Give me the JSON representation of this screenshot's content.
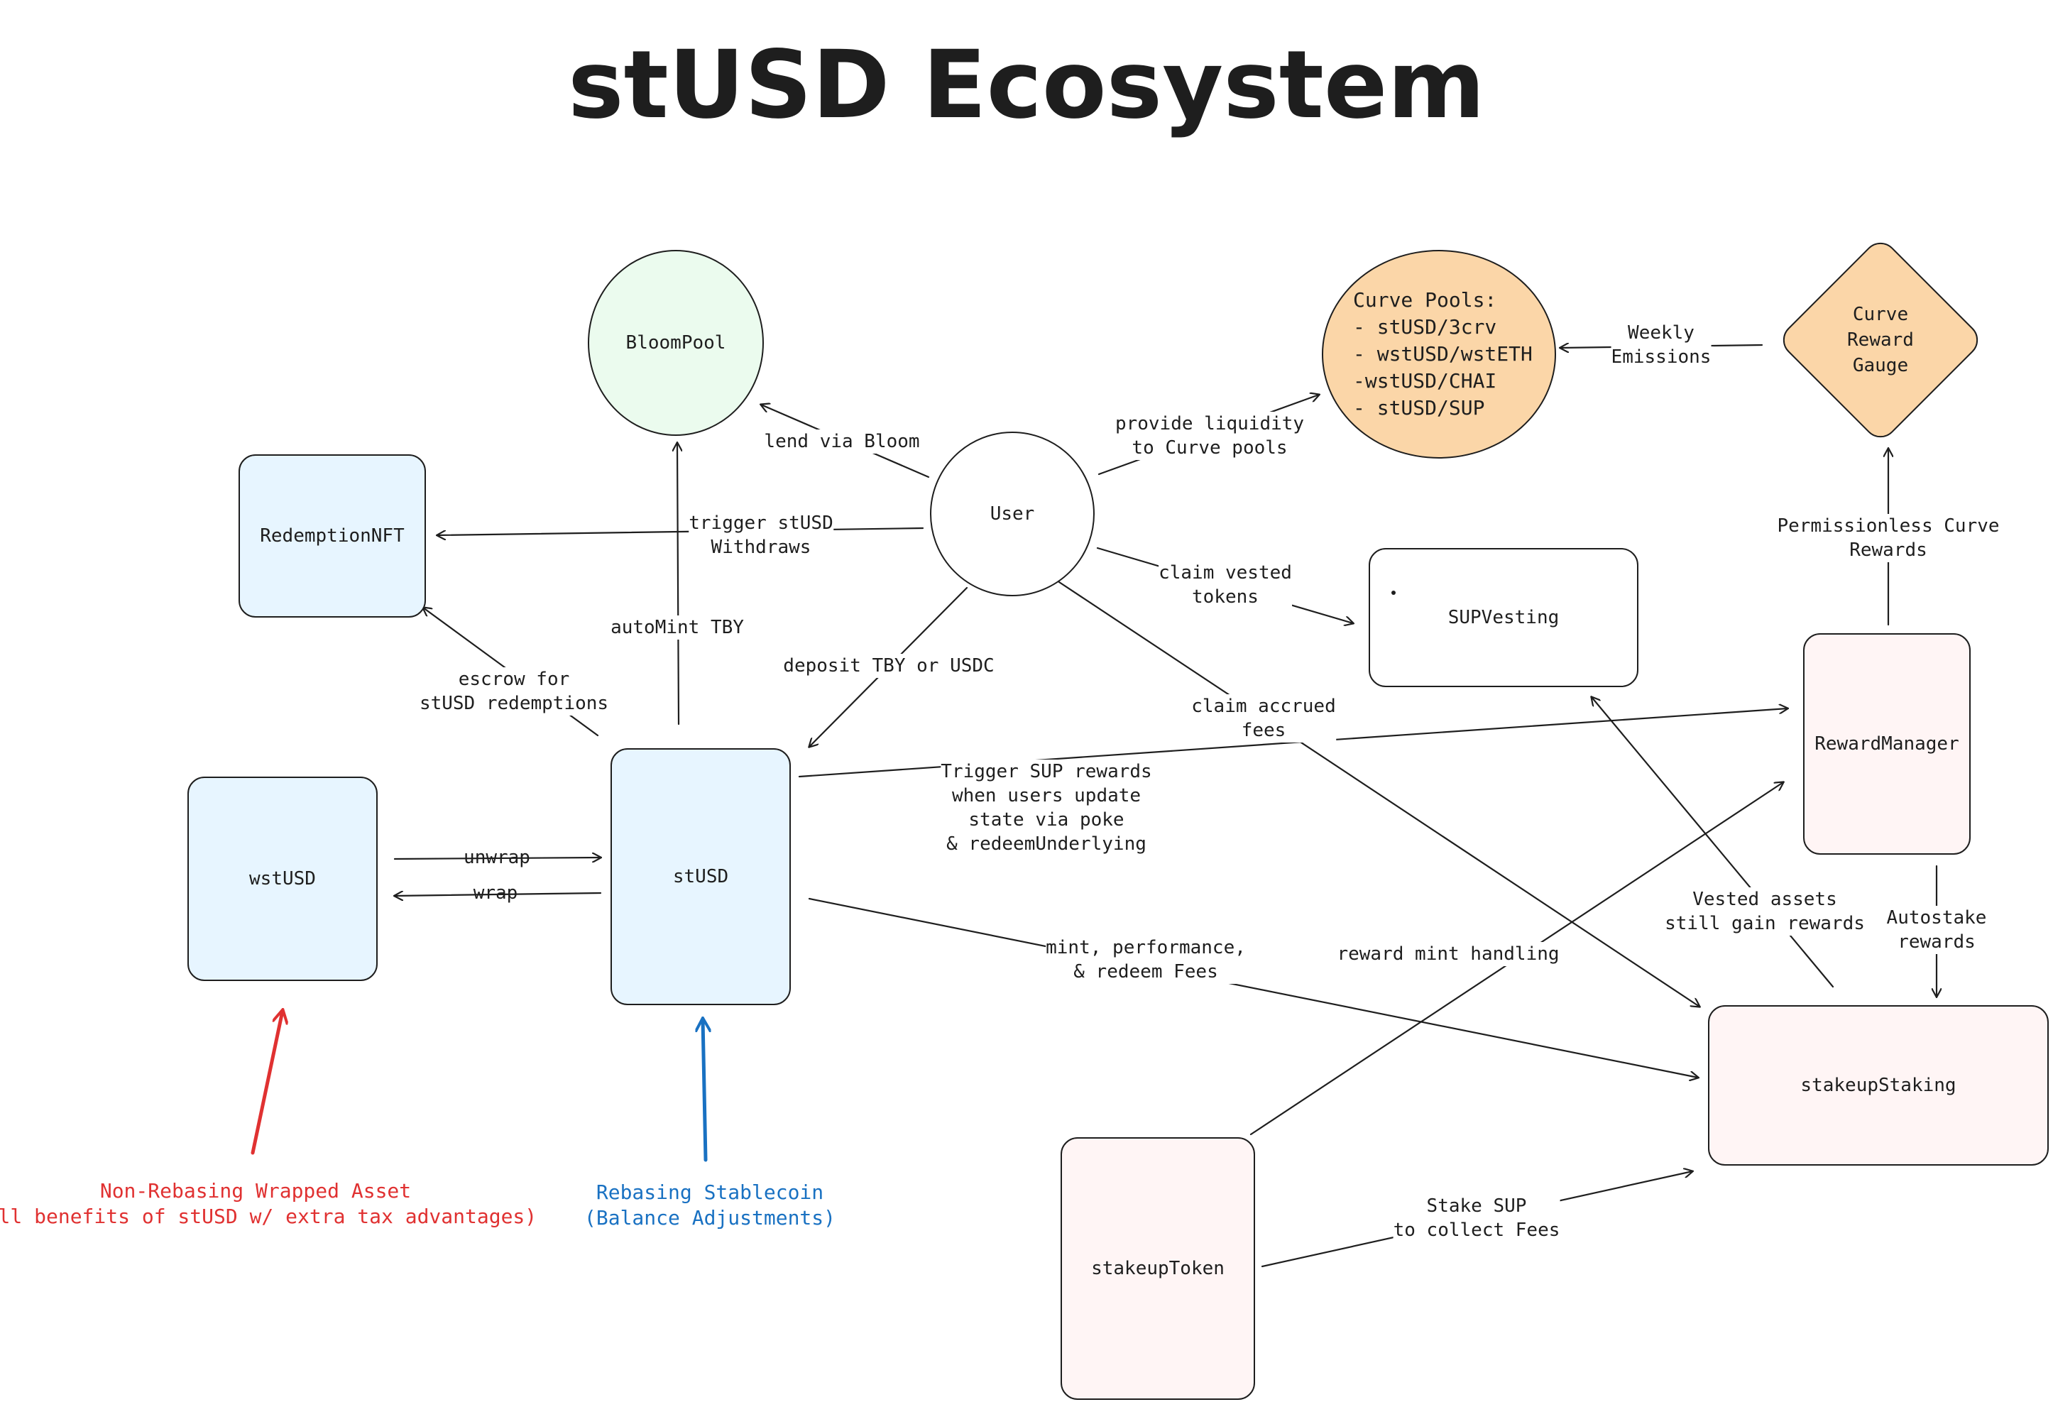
{
  "title": "stUSD Ecosystem",
  "nodes": {
    "bloompool": "BloomPool",
    "user": "User",
    "redemption_nft": "RedemptionNFT",
    "curve_pools": {
      "heading": "Curve Pools:",
      "items": [
        "- stUSD/3crv",
        "- wstUSD/wstETH",
        "-wstUSD/CHAI",
        "- stUSD/SUP"
      ]
    },
    "curve_reward_gauge": "Curve\nReward\nGauge",
    "sup_vesting": "SUPVesting",
    "reward_manager": "RewardManager",
    "wstusd": "wstUSD",
    "stusd": "stUSD",
    "stakeup_staking": "stakeupStaking",
    "stakeup_token": "stakeupToken"
  },
  "edges": {
    "lend_via_bloom": "lend via Bloom",
    "provide_liquidity": "provide liquidity\nto Curve pools",
    "weekly_emissions": "Weekly\nEmissions",
    "trigger_withdraws": "trigger stUSD\nWithdraws",
    "auto_mint_tby": "autoMint TBY",
    "claim_vested": "claim vested\ntokens",
    "permissionless_curve": "Permissionless Curve\nRewards",
    "escrow_redemptions": "escrow for\nstUSD redemptions",
    "deposit_tby_usdc": "deposit TBY or USDC",
    "claim_accrued_fees": "claim accrued\nfees",
    "trigger_sup_rewards": "Trigger SUP rewards\nwhen users update\nstate via poke\n& redeemUnderlying",
    "unwrap": "unwrap",
    "wrap": "wrap",
    "vested_assets": "Vested assets\nstill gain rewards",
    "autostake": "Autostake\nrewards",
    "reward_mint_handling": "reward mint handling",
    "mint_perf_redeem": "mint, performance,\n& redeem Fees",
    "stake_sup": "Stake SUP\nto collect Fees"
  },
  "notes": {
    "non_rebasing": "Non-Rebasing Wrapped Asset\n(All benefits of stUSD w/ extra tax advantages)",
    "rebasing": "Rebasing Stablecoin\n(Balance Adjustments)"
  },
  "colors": {
    "stroke": "#1e1e1e",
    "blue_fill": "#e7f5ff",
    "green_fill": "#ebfbee",
    "pink_fill": "#fff5f5",
    "orange_fill": "#fbd6a8",
    "red_accent": "#e03131",
    "blue_accent": "#1971c2"
  }
}
